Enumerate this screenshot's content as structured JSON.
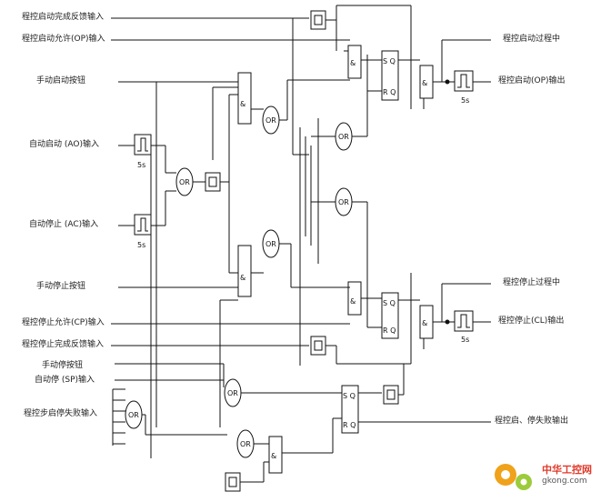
{
  "inputs": {
    "start_done_feedback": "程控启动完成反馈输入",
    "start_permit": "程控启动允许(OP)输入",
    "manual_start_button": "手动启动按钮",
    "auto_start_input": "自动启动 (AO)输入",
    "auto_stop_input": "自动停止 (AC)输入",
    "manual_stop_button": "手动停止按钮",
    "stop_permit": "程控停止允许(CP)输入",
    "stop_done_feedback": "程控停止完成反馈输入",
    "manual_stop_switch": "手动停按钮",
    "auto_stop_sp": "自动停 (SP)输入",
    "step_fail_input": "程控步启停失败输入"
  },
  "outputs": {
    "start_in_progress": "程控启动过程中",
    "start_output": "程控启动(OP)输出",
    "stop_in_progress": "程控停止过程中",
    "stop_output": "程控停止(CL)输出",
    "fail_output": "程控启、停失败输出"
  },
  "gates": {
    "and": "&",
    "or": "OR",
    "set": "S",
    "reset": "R",
    "q": "Q",
    "pulse_duration": "5s"
  },
  "watermark": {
    "brand": "中华工控网",
    "url": "gkong.com"
  }
}
